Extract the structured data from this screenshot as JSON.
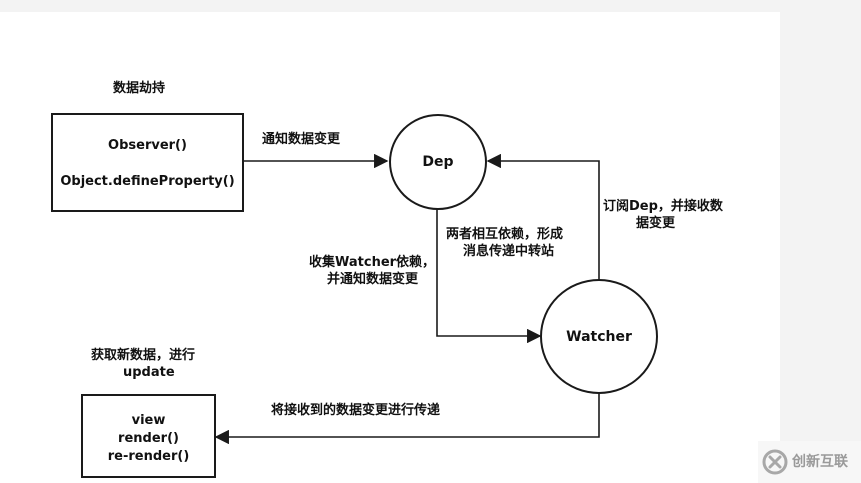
{
  "labels": {
    "hijack": "数据劫持",
    "notify_change": "通知数据变更",
    "subscribe_line1": "订阅Dep，并接收数",
    "subscribe_line2": "据变更",
    "mutual_line1": "两者相互依赖，形成",
    "mutual_line2": "消息传递中转站",
    "collect_line1": "收集Watcher依赖，",
    "collect_line2": "并通知数据变更",
    "fetch_line1": "获取新数据，进行",
    "fetch_line2": "update",
    "pass_along": "将接收到的数据变更进行传递"
  },
  "observer_box": {
    "line1": "Observer()",
    "line2": "Object.defineProperty()"
  },
  "view_box": {
    "line1": "view",
    "line2": "render()",
    "line3": "re-render()"
  },
  "nodes": {
    "dep": "Dep",
    "watcher": "Watcher"
  },
  "watermark": {
    "text": "创新互联"
  }
}
